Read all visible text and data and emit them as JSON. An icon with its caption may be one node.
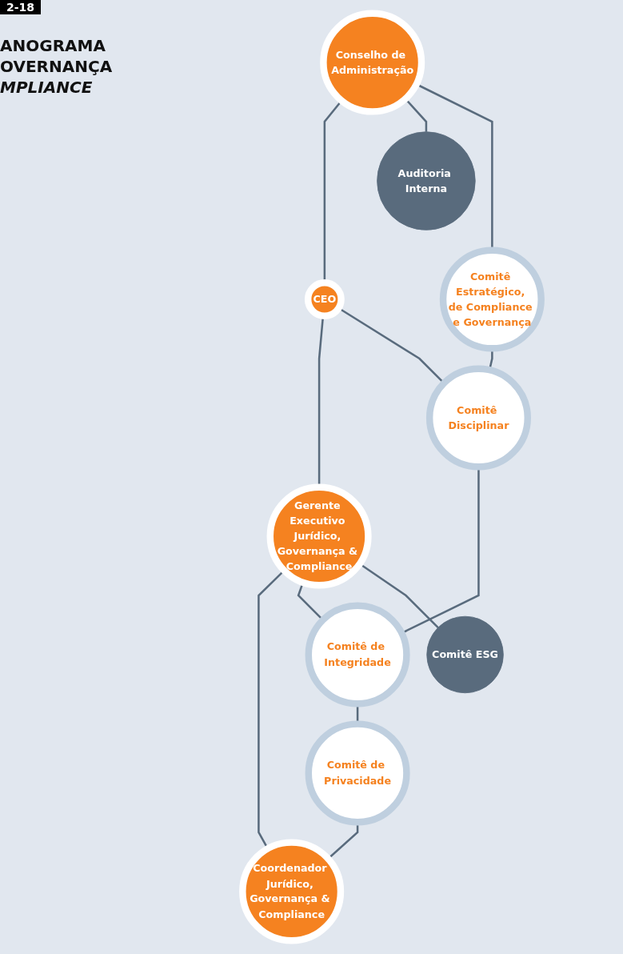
{
  "diagram": {
    "title": "ANOGRAMA OVERNANÇA *MPLIANCE*",
    "nodes": [
      {
        "text": [
          "Conselho de Administração"
        ]
      },
      {
        "text": [
          "Auditoria Interna"
        ]
      },
      {
        "text": [
          "Comitê Estratégico, de Compliance e Governança"
        ]
      },
      {
        "text": [
          "CEO"
        ]
      },
      {
        "text": [
          "Comitê Disciplinar"
        ]
      },
      {
        "text": [
          "Gerente Executivo Jurídico, Governança & Compliance"
        ]
      },
      {
        "text": [
          "Comitê de Integridade"
        ]
      },
      {
        "text": [
          "Comitê ESG"
        ]
      },
      {
        "text": [
          "Comitê de Privacidade"
        ]
      },
      {
        "text": [
          "Coordenador Jurídico, Governança & Compliance"
        ]
      }
    ],
    "edges": [
      {
        "from": 0,
        "to": 3,
        "arrow": "none"
      },
      {
        "from": 0,
        "to": 1,
        "arrow": "none"
      },
      {
        "from": 0,
        "to": 2,
        "arrow": "none"
      },
      {
        "from": 2,
        "to": 4,
        "arrow": "none"
      },
      {
        "from": 3,
        "to": 5,
        "arrow": "none"
      },
      {
        "from": 3,
        "to": 4,
        "arrow": "none"
      },
      {
        "from": 4,
        "to": 6,
        "arrow": "none"
      },
      {
        "from": 5,
        "to": 9,
        "arrow": "none"
      },
      {
        "from": 5,
        "to": 6,
        "arrow": "none"
      },
      {
        "from": 5,
        "to": 7,
        "arrow": "none"
      },
      {
        "from": 6,
        "to": 8,
        "arrow": "none"
      },
      {
        "from": 8,
        "to": 9,
        "arrow": "none"
      }
    ],
    "labels": [
      "2-18"
    ]
  }
}
